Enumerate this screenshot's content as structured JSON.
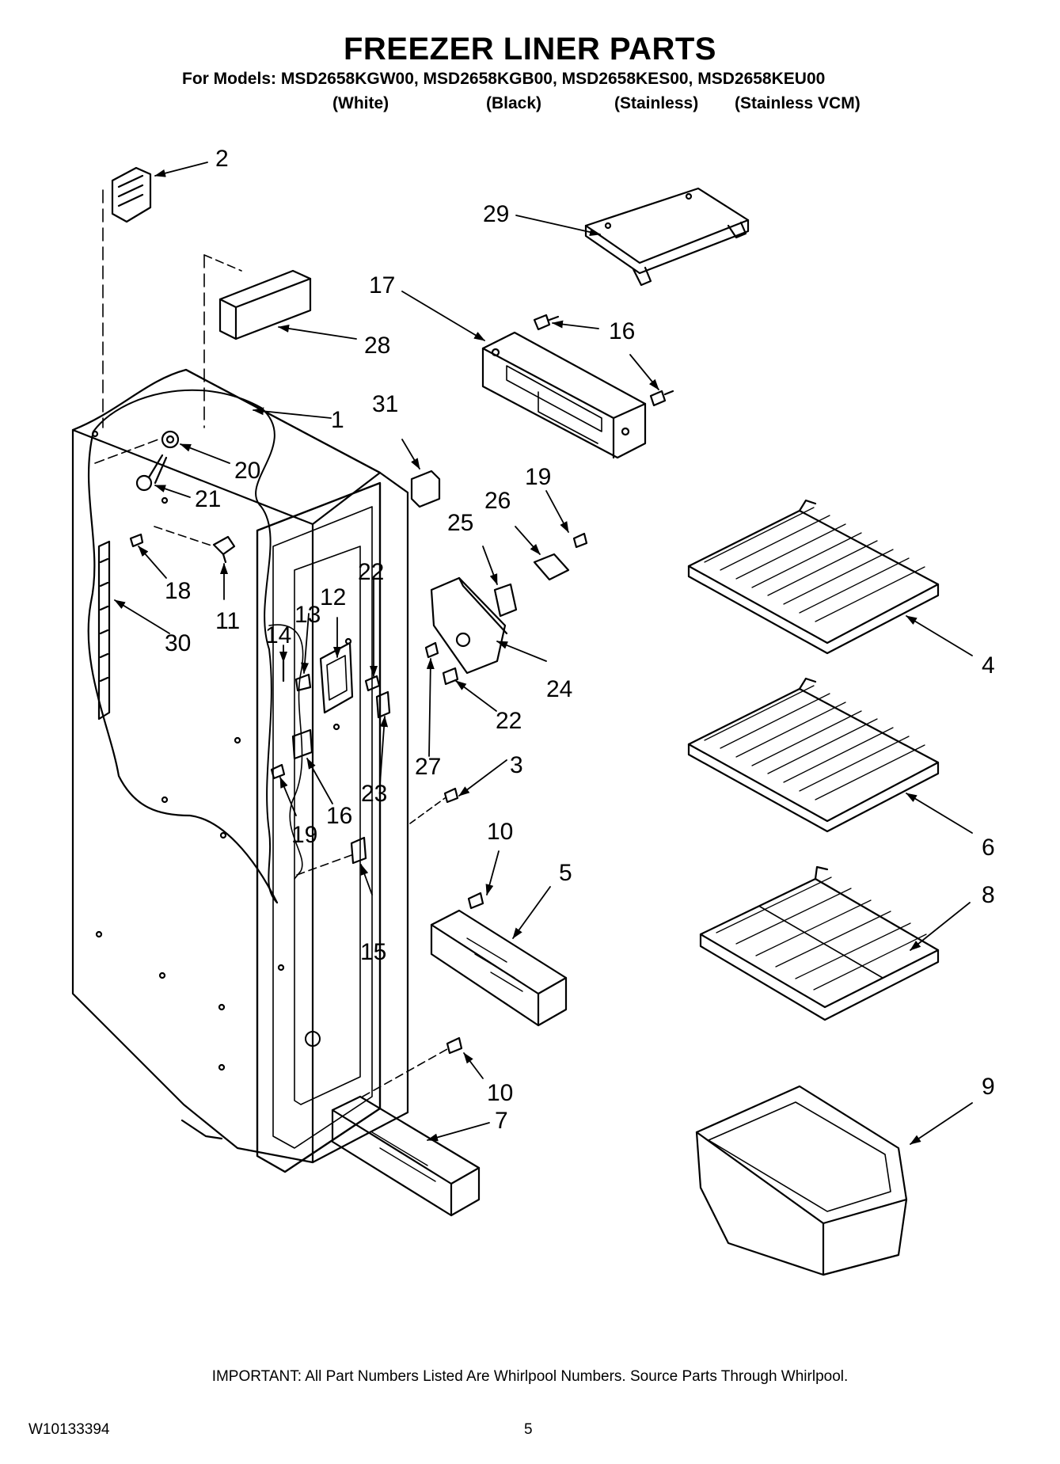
{
  "header": {
    "title": "FREEZER LINER PARTS",
    "models_line": "For Models: MSD2658KGW00, MSD2658KGB00, MSD2658KES00, MSD2658KEU00",
    "variants": [
      "(White)",
      "(Black)",
      "(Stainless)",
      "(Stainless VCM)"
    ]
  },
  "callouts": [
    "1",
    "2",
    "3",
    "4",
    "5",
    "6",
    "7",
    "8",
    "9",
    "10",
    "10",
    "11",
    "12",
    "13",
    "14",
    "15",
    "16",
    "16",
    "17",
    "18",
    "19",
    "19",
    "20",
    "21",
    "22",
    "22",
    "23",
    "24",
    "25",
    "26",
    "27",
    "28",
    "29",
    "30",
    "31"
  ],
  "footer": {
    "note": "IMPORTANT: All Part Numbers Listed Are Whirlpool Numbers. Source Parts Through Whirlpool.",
    "doc_id": "W10133394",
    "page": "5"
  }
}
